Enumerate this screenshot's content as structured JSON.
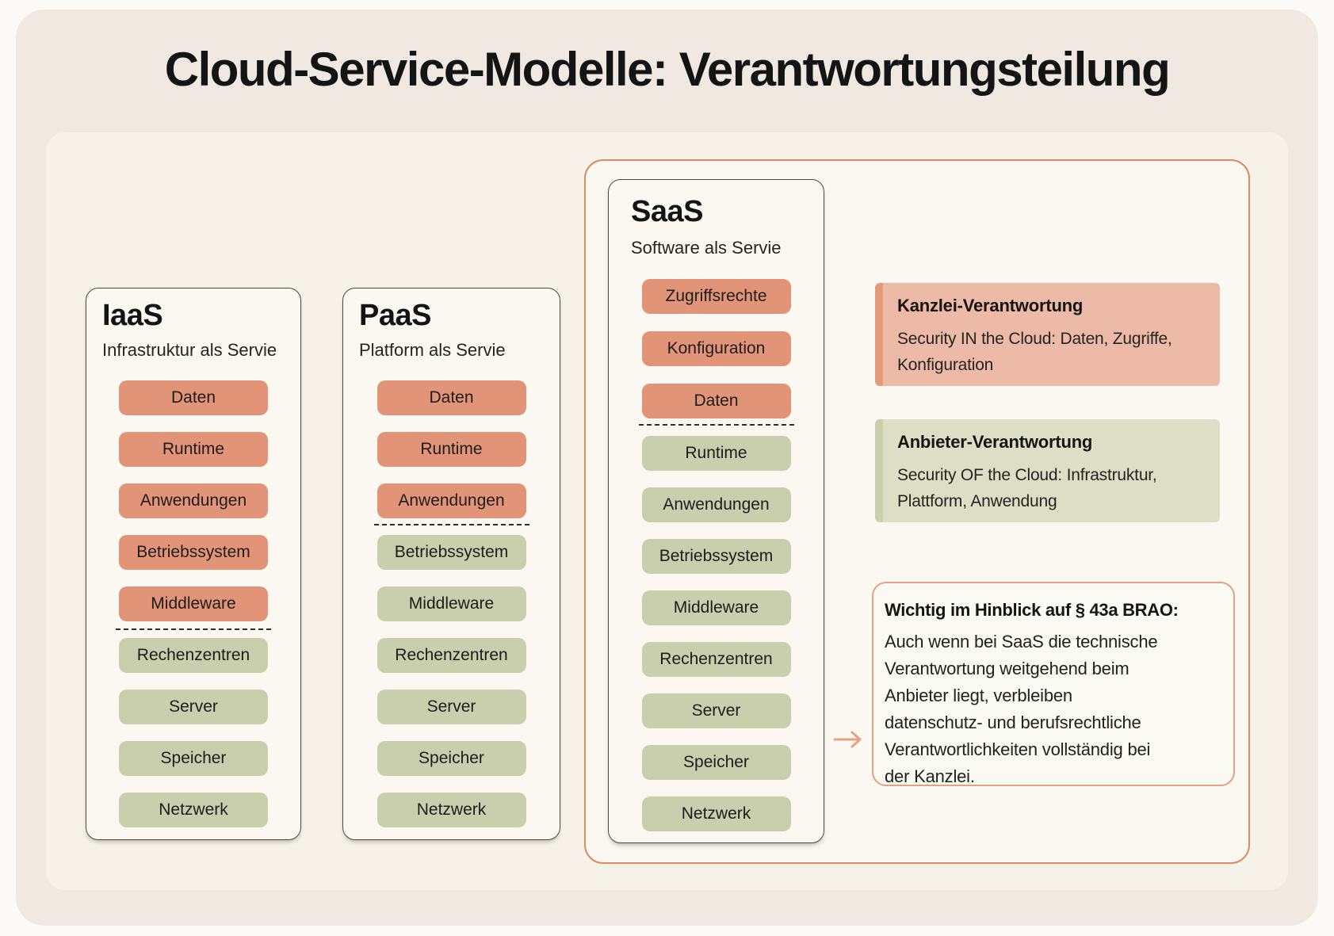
{
  "page": {
    "title": "Cloud-Service-Modelle: Verantwortungsteilung"
  },
  "colors": {
    "kanzlei_chip": "#E29479",
    "anbieter_chip": "#C9CFAD",
    "kanzlei_box_bg": "#ECBAA6",
    "kanzlei_box_accent": "#E39B7C",
    "anbieter_box_bg": "#DCDFC5",
    "anbieter_box_accent": "#C9D0AB",
    "saas_container_border": "#DC8A62",
    "note_border": "#E2A183",
    "panel_bg": "#F6F2EA",
    "card_bg": "#FAF8F1"
  },
  "columns": {
    "iaas": {
      "title": "IaaS",
      "subtitle": "Infrastruktur als Servie",
      "items": [
        {
          "label": "Daten",
          "responsibility": "kanzlei"
        },
        {
          "label": "Runtime",
          "responsibility": "kanzlei"
        },
        {
          "label": "Anwendungen",
          "responsibility": "kanzlei"
        },
        {
          "label": "Betriebssystem",
          "responsibility": "kanzlei"
        },
        {
          "label": "Middleware",
          "responsibility": "kanzlei"
        },
        {
          "label": "Rechenzentren",
          "responsibility": "anbieter"
        },
        {
          "label": "Server",
          "responsibility": "anbieter"
        },
        {
          "label": "Speicher",
          "responsibility": "anbieter"
        },
        {
          "label": "Netzwerk",
          "responsibility": "anbieter"
        }
      ]
    },
    "paas": {
      "title": "PaaS",
      "subtitle": "Platform als Servie",
      "items": [
        {
          "label": "Daten",
          "responsibility": "kanzlei"
        },
        {
          "label": "Runtime",
          "responsibility": "kanzlei"
        },
        {
          "label": "Anwendungen",
          "responsibility": "kanzlei"
        },
        {
          "label": "Betriebssystem",
          "responsibility": "anbieter"
        },
        {
          "label": "Middleware",
          "responsibility": "anbieter"
        },
        {
          "label": "Rechenzentren",
          "responsibility": "anbieter"
        },
        {
          "label": "Server",
          "responsibility": "anbieter"
        },
        {
          "label": "Speicher",
          "responsibility": "anbieter"
        },
        {
          "label": "Netzwerk",
          "responsibility": "anbieter"
        }
      ]
    },
    "saas": {
      "title": "SaaS",
      "subtitle": "Software als Servie",
      "items": [
        {
          "label": "Zugriffsrechte",
          "responsibility": "kanzlei"
        },
        {
          "label": "Konfiguration",
          "responsibility": "kanzlei"
        },
        {
          "label": "Daten",
          "responsibility": "kanzlei"
        },
        {
          "label": "Runtime",
          "responsibility": "anbieter"
        },
        {
          "label": "Anwendungen",
          "responsibility": "anbieter"
        },
        {
          "label": "Betriebssystem",
          "responsibility": "anbieter"
        },
        {
          "label": "Middleware",
          "responsibility": "anbieter"
        },
        {
          "label": "Rechenzentren",
          "responsibility": "anbieter"
        },
        {
          "label": "Server",
          "responsibility": "anbieter"
        },
        {
          "label": "Speicher",
          "responsibility": "anbieter"
        },
        {
          "label": "Netzwerk",
          "responsibility": "anbieter"
        }
      ]
    }
  },
  "legend": {
    "kanzlei": {
      "title": "Kanzlei-Verantwortung",
      "body": "Security IN the Cloud: Daten, Zugriffe,\nKonfiguration"
    },
    "anbieter": {
      "title": "Anbieter-Verantwortung",
      "body": "Security OF the Cloud: Infrastruktur,\nPlattform, Anwendung"
    }
  },
  "note": {
    "title": "Wichtig im Hinblick auf § 43a BRAO:",
    "body": "Auch wenn bei SaaS die technische\nVerantwortung weitgehend beim\nAnbieter liegt, verbleiben\ndatenschutz- und berufsrechtliche\nVerantwortlichkeiten vollständig bei\nder Kanzlei."
  }
}
